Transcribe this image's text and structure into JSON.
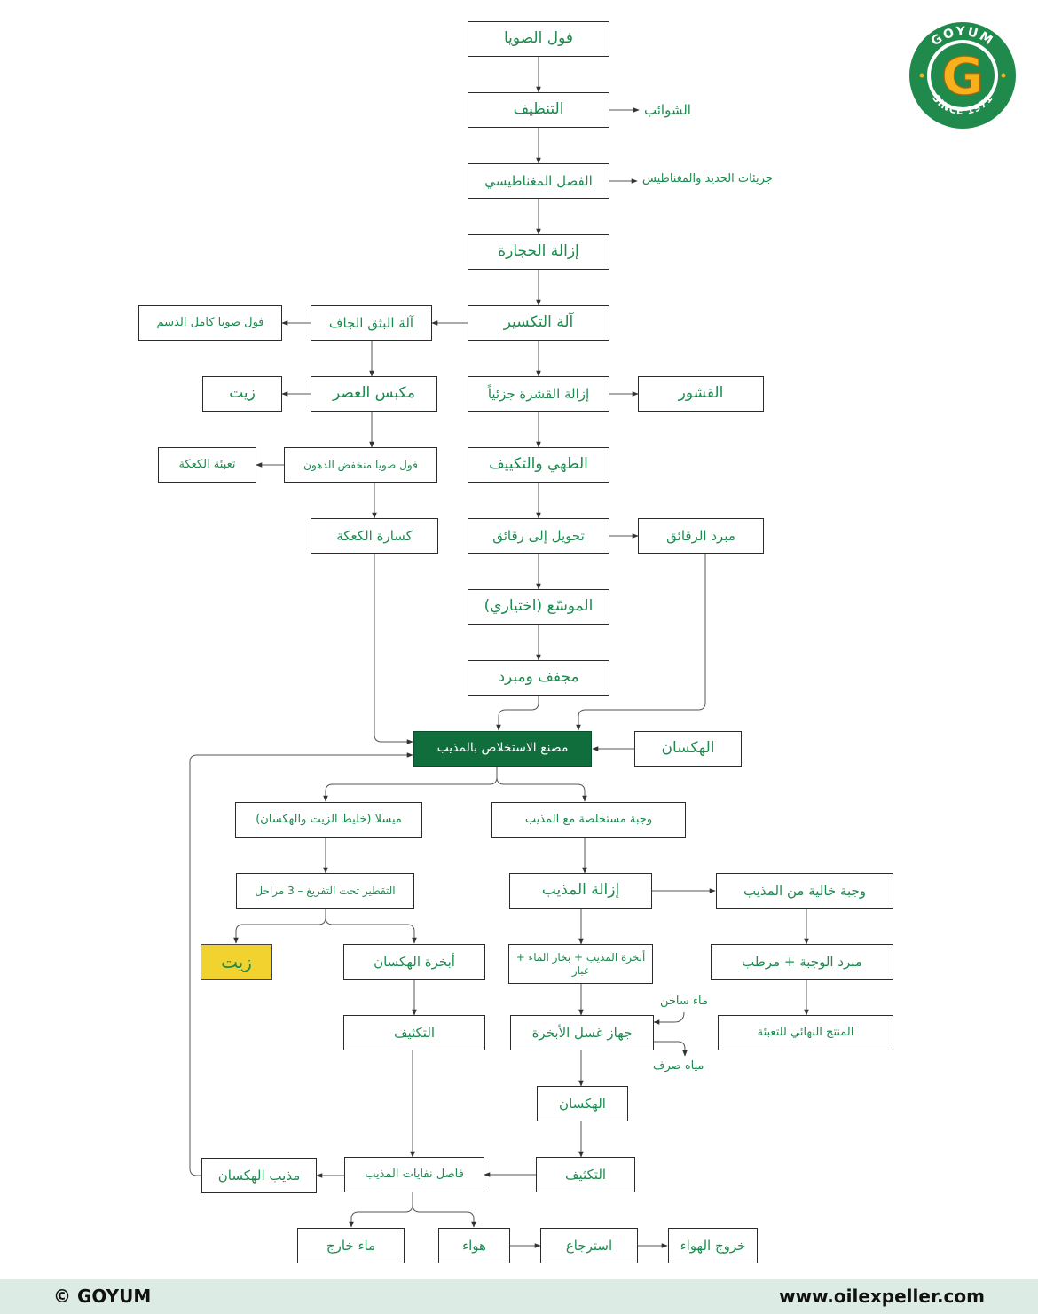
{
  "logo": {
    "brand": "GOYUM",
    "letter": "G",
    "tagline": "SINCE 1971"
  },
  "nodes": {
    "soybean": "فول الصويا",
    "cleaning": "التنظيف",
    "magnetic": "الفصل المغناطيسي",
    "destoning": "إزالة الحجارة",
    "cracking": "آلة التكسير",
    "dry_extruder": "آلة البثق الجاف",
    "full_fat": "فول صويا كامل الدسم",
    "press": "مكبس العصر",
    "oil_press": "زيت",
    "dehulling": "إزالة القشرة جزئياً",
    "hulls": "القشور",
    "low_fat": "فول صويا منخفض الدهون",
    "cake_pack": "تعبئة الكعكة",
    "conditioning": "الطهي والتكييف",
    "cake_break": "كسارة الكعكة",
    "flaking": "تحويل إلى رقائق",
    "flake_cooler": "مبرد الرقائق",
    "expander": "الموسّع (اختياري)",
    "dryer": "مجفف ومبرد",
    "extraction": "مصنع الاستخلاص بالمذيب",
    "hexane": "الهكسان",
    "miscella": "ميسلا (خليط الزيت والهكسان)",
    "meal_solvent": "وجبة مستخلصة مع المذيب",
    "distillation": "التقطير تحت التفريغ – 3 مراحل",
    "desolventizing": "إزالة المذيب",
    "meal_free": "وجبة خالية من المذيب",
    "oil_out": "زيت",
    "hexane_vapor": "أبخرة الهكسان",
    "vapors_mix": "أبخرة المذيب + بخار الماء + غبار",
    "meal_cooler": "مبرد الوجبة + مرطب",
    "condense_left": "التكثيف",
    "scrubber": "جهاز غسل الأبخرة",
    "final_product": "المنتج النهائي للتعبئة",
    "hexane_mid": "الهكسان",
    "condense_mid": "التكثيف",
    "solvent_hexane": "مذيب الهكسان",
    "separator": "فاصل نفايات المذيب",
    "water_out": "ماء خارج",
    "air": "هواء",
    "recovery": "استرجاع",
    "air_exit": "خروج الهواء"
  },
  "labels": {
    "impurities": "الشوائب",
    "iron": "جزيئات الحديد والمغناطيس",
    "hot_water": "ماء ساخن",
    "waste_water": "مياه صرف"
  },
  "footer": {
    "copyright": "© GOYUM",
    "website": "www.oilexpeller.com"
  },
  "colors": {
    "green_text": "#1d8a4f",
    "dark_green": "#0f6e3c",
    "yellow": "#f2d22e",
    "footer_bg": "#dcebe3"
  }
}
